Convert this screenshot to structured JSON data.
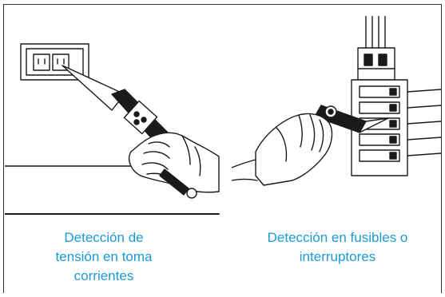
{
  "captions": {
    "left": [
      "Detección de",
      "tensión en toma",
      "corrientes"
    ],
    "right": [
      "Detección en fusibles o",
      "interruptores"
    ]
  },
  "colors": {
    "caption": "#1a9ad6",
    "line": "#1a1a1a"
  }
}
